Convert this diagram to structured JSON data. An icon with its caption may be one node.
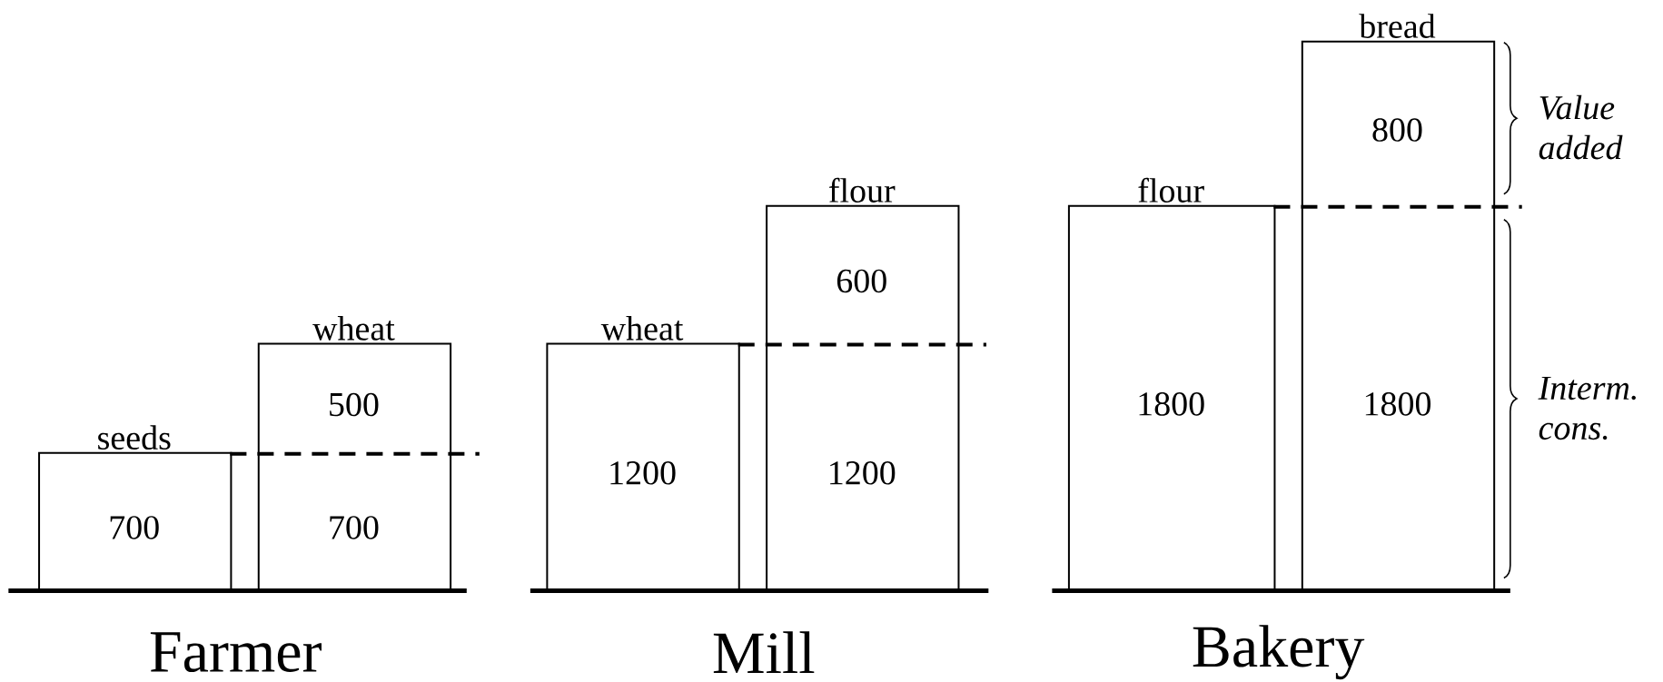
{
  "diagram": {
    "nodes": [
      {
        "text": [
          "seeds",
          "700"
        ]
      },
      {
        "text": [
          "wheat",
          "500",
          "700"
        ]
      },
      {
        "text": [
          "wheat",
          "1200"
        ]
      },
      {
        "text": [
          "flour",
          "600",
          "1200"
        ]
      },
      {
        "text": [
          "flour",
          "1800"
        ]
      },
      {
        "text": [
          "bread",
          "800",
          "1800"
        ]
      }
    ],
    "labels": [
      "Value added",
      "Interm. cons.",
      "Farmer",
      "Mill",
      "Bakery"
    ]
  }
}
